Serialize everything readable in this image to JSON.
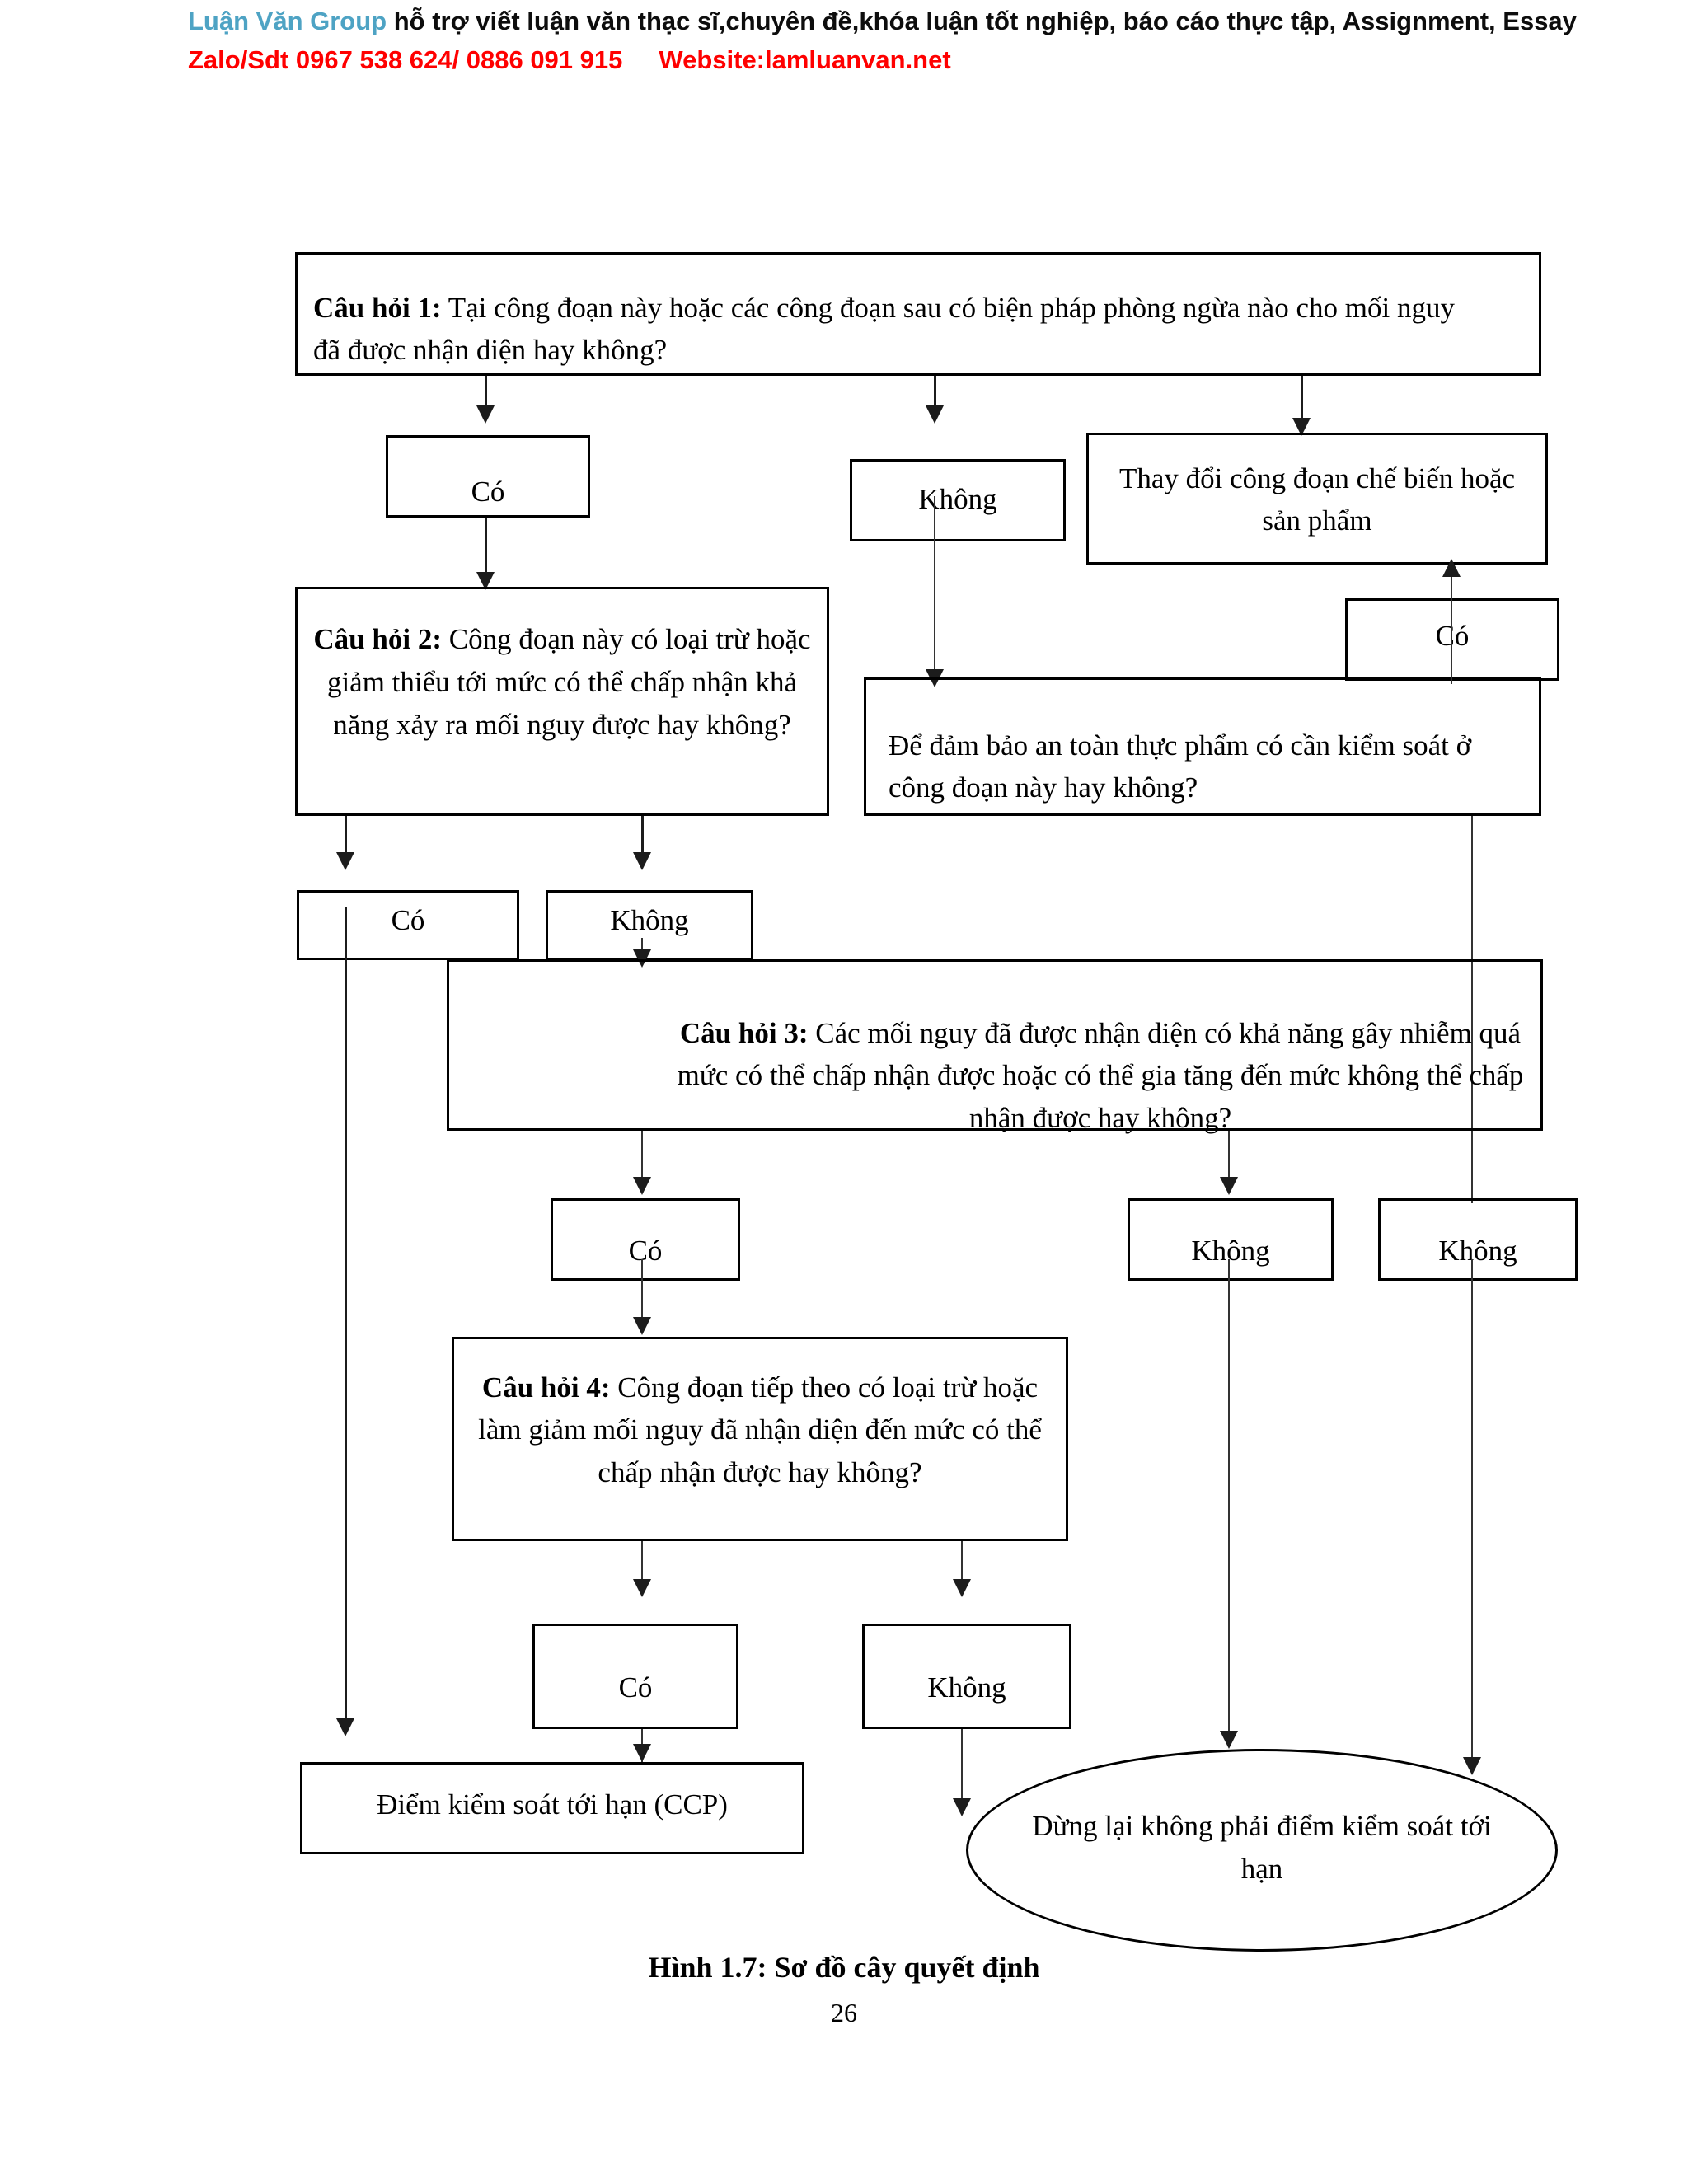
{
  "header": {
    "brand": "Luận Văn Group",
    "tagline": " hỗ trợ viết luận văn thạc sĩ,chuyên đề,khóa luận tốt nghiệp, báo cáo thực tập, Assignment, Essay",
    "contact_phone": "Zalo/Sdt 0967 538 624/ 0886 091 915",
    "contact_site": "Website:lamluanvan.net",
    "brand_color": "#4ea3c4",
    "contact_color": "#ff0000"
  },
  "diagram": {
    "title": "Sơ đồ cây quyết định",
    "nodes": {
      "q1": "Câu hỏi 1: Tại công đoạn này hoặc các công đoạn sau có biện pháp phòng ngừa nào cho mối nguy đã được nhận diện hay không?",
      "q1_label": "Câu hỏi 1:",
      "q1_body": " Tại công đoạn này hoặc các công đoạn sau có biện pháp phòng ngừa nào cho mối nguy đã được nhận diện hay không?",
      "q1_yes": "Có",
      "q1_no": "Không",
      "modify": "Thay đổi công đoạn chế biến hoặc sản phẩm",
      "q2_label": "Câu hỏi 2:",
      "q2_body": " Công đoạn này có loại trừ hoặc giảm thiểu tới mức có thể chấp nhận khả năng xảy ra mối nguy được hay không?",
      "safety_label": "",
      "safety_body": "Để đảm bảo an toàn thực phẩm có cần kiểm soát ở công đoạn này hay không?",
      "safety_yes": "Có",
      "q2_yes": "Có",
      "q2_no": "Không",
      "q3_label": "Câu hỏi 3:",
      "q3_body": " Các mối nguy đã được nhận diện có khả năng gây nhiễm quá mức có thể chấp nhận được hoặc có thể gia tăng đến mức không thể chấp nhận được hay không?",
      "q3_yes": "Có",
      "q3_no": "Không",
      "safety_no": "Không",
      "q4_label": "Câu hỏi 4:",
      "q4_body": " Công đoạn tiếp theo có loại trừ hoặc làm giảm mối nguy đã nhận diện đến mức có thể chấp nhận được hay không?",
      "q4_yes": "Có",
      "q4_no": "Không",
      "ccp": "Điểm kiểm soát tới hạn (CCP)",
      "stop": "Dừng lại không phải điểm kiểm soát tới hạn"
    },
    "caption": "Hình 1.7: Sơ đồ cây quyết định",
    "page_number": "26"
  }
}
